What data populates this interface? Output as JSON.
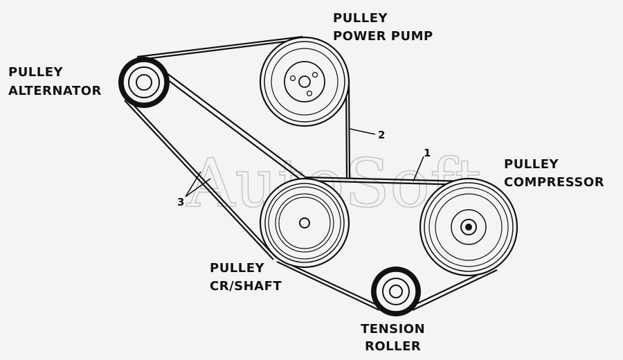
{
  "labels": {
    "alternator": [
      "PULLEY",
      "ALTERNATOR"
    ],
    "power_pump": [
      "PULLEY",
      "POWER PUMP"
    ],
    "compressor": [
      "PULLEY",
      "COMPRESSOR"
    ],
    "crankshaft": [
      "PULLEY",
      "CR/SHAFT"
    ],
    "tension": [
      "TENSION",
      "ROLLER"
    ]
  },
  "callouts": {
    "belt_1": "1",
    "belt_2": "2",
    "belt_3": "3"
  },
  "watermark": "AutoSoft"
}
